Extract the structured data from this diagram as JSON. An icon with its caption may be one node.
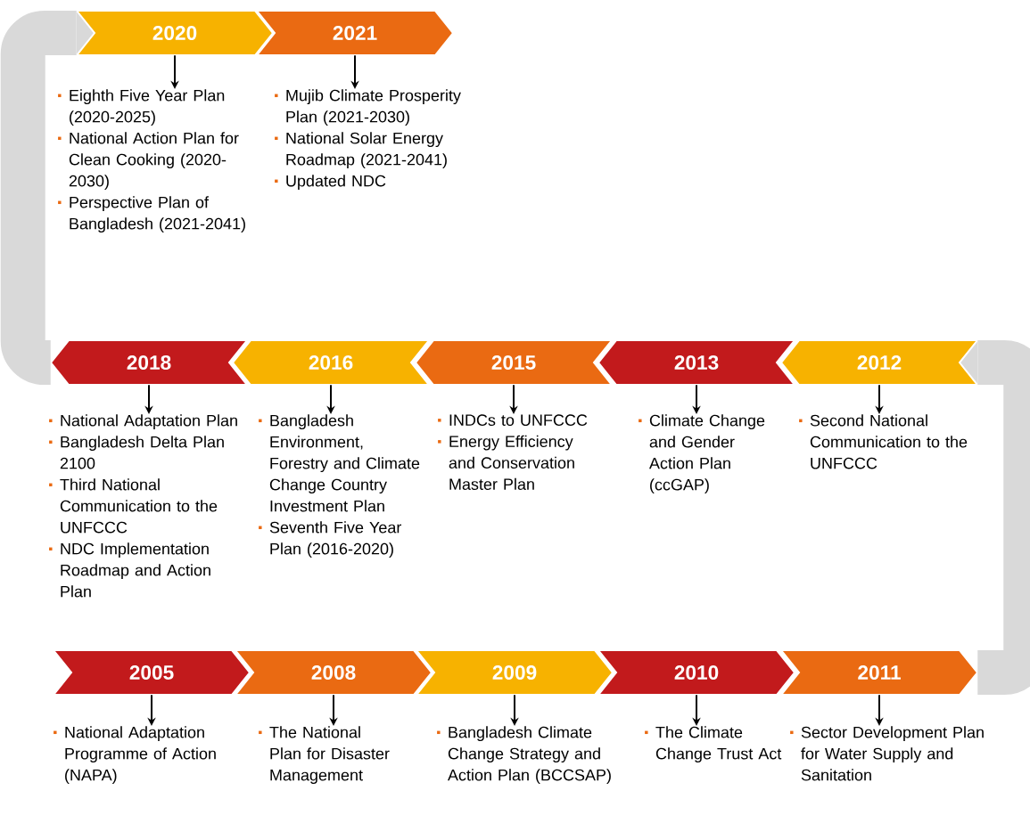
{
  "diagram": {
    "nodes": [
      {
        "text": [
          "2020"
        ]
      },
      {
        "text": [
          "Eighth Five Year Plan (2020-2025)",
          "National Action Plan for Clean Cooking (2020-2030)",
          "Perspective Plan of Bangladesh (2021-2041)"
        ]
      },
      {
        "text": [
          "2021"
        ]
      },
      {
        "text": [
          "Mujib Climate Prosperity Plan (2021-2030)",
          "National Solar Energy Roadmap (2021-2041)",
          "Updated NDC"
        ]
      },
      {
        "text": [
          "2018"
        ]
      },
      {
        "text": [
          "National Adaptation Plan",
          "Bangladesh Delta Plan 2100",
          "Third National Communication to the UNFCCC",
          "NDC Implementation Roadmap and Action Plan"
        ]
      },
      {
        "text": [
          "2016"
        ]
      },
      {
        "text": [
          "Bangladesh Environment, Forestry and Climate Change Country Investment Plan",
          "Seventh Five Year Plan (2016-2020)"
        ]
      },
      {
        "text": [
          "2015"
        ]
      },
      {
        "text": [
          "INDCs to UNFCCC",
          "Energy Efficiency and Conservation Master Plan"
        ]
      },
      {
        "text": [
          "2013"
        ]
      },
      {
        "text": [
          "Climate Change and Gender Action Plan (ccGAP)"
        ]
      },
      {
        "text": [
          "2012"
        ]
      },
      {
        "text": [
          "Second National Communication to the UNFCCC"
        ]
      },
      {
        "text": [
          "2005"
        ]
      },
      {
        "text": [
          "National Adaptation Programme of Action (NAPA)"
        ]
      },
      {
        "text": [
          "2008"
        ]
      },
      {
        "text": [
          "The National Plan for Disaster Management"
        ]
      },
      {
        "text": [
          "2009"
        ]
      },
      {
        "text": [
          "Bangladesh Climate Change Strategy and Action Plan (BCCSAP)"
        ]
      },
      {
        "text": [
          "2010"
        ]
      },
      {
        "text": [
          "The Climate Change Trust Act"
        ]
      },
      {
        "text": [
          "2011"
        ]
      },
      {
        "text": [
          "Sector Development Plan for Water Supply and Sanitation"
        ]
      }
    ],
    "edges": [
      {
        "from": 0,
        "to": 1,
        "arrow": "to"
      },
      {
        "from": 2,
        "to": 3,
        "arrow": "to"
      },
      {
        "from": 4,
        "to": 5,
        "arrow": "to"
      },
      {
        "from": 6,
        "to": 7,
        "arrow": "to"
      },
      {
        "from": 8,
        "to": 9,
        "arrow": "to"
      },
      {
        "from": 10,
        "to": 11,
        "arrow": "to"
      },
      {
        "from": 12,
        "to": 13,
        "arrow": "to"
      },
      {
        "from": 14,
        "to": 15,
        "arrow": "to"
      },
      {
        "from": 16,
        "to": 17,
        "arrow": "to"
      },
      {
        "from": 18,
        "to": 19,
        "arrow": "to"
      },
      {
        "from": 20,
        "to": 21,
        "arrow": "to"
      },
      {
        "from": 22,
        "to": 23,
        "arrow": "to"
      },
      {
        "from": 0,
        "to": 4,
        "arrow": "none",
        "style": "thick",
        "color": "#d9d9d9"
      },
      {
        "from": 12,
        "to": 22,
        "arrow": "none",
        "style": "thick",
        "color": "#d9d9d9"
      }
    ]
  }
}
